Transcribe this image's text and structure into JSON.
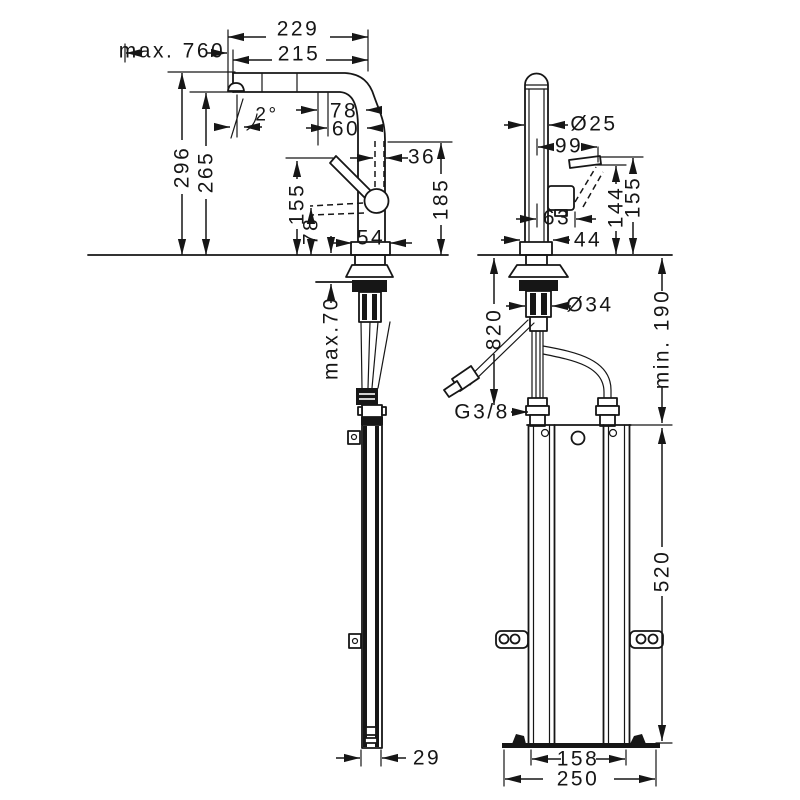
{
  "drawing": {
    "kind": "faucet installation technical drawing",
    "units": "mm",
    "line_color": "#161616",
    "background": "#ffffff"
  },
  "dims": {
    "side": {
      "pullout_max": "max. 760",
      "spout_reach_outer": "229",
      "spout_reach": "215",
      "total_height": "296",
      "spout_clearance": "265",
      "swivel_angle": "2°",
      "outlet_a": "78",
      "outlet_b": "60",
      "nozzle_offset": "36",
      "outlet_height": "185",
      "handle_up_height": "155",
      "handle_down_height": "78",
      "base_depth": "54",
      "counter_thickness_max": "max.70",
      "hose_weight_width": "29"
    },
    "front": {
      "spout_pipe_dia": "Ø25",
      "handle_reach": "99",
      "handle_tip_height": "144",
      "handle_top_height": "155",
      "handle_offset": "63",
      "base_width": "44",
      "shank_dia": "Ø34",
      "hose_length": "820",
      "under_counter_min": "min. 190",
      "connection_thread": "G3/8",
      "bracket_height": "520",
      "bracket_width": "158",
      "baseplate_width": "250"
    }
  }
}
